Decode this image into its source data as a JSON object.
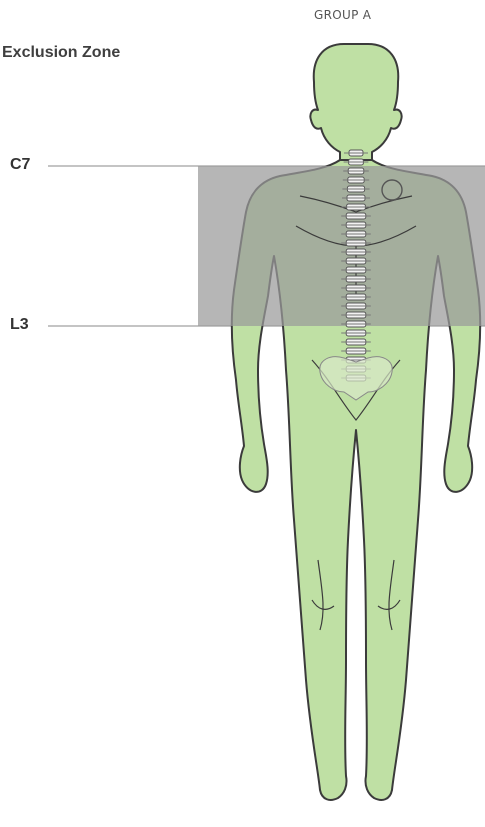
{
  "header": {
    "group_label": "GROUP A"
  },
  "zone": {
    "title": "Exclusion Zone",
    "top_level_label": "C7",
    "bottom_level_label": "L3"
  },
  "colors": {
    "body_fill": "#bfe0a4",
    "body_stroke": "#3b3b3b",
    "exclusion_zone": "#9a9a9a",
    "spine": "#f2f2f2"
  }
}
